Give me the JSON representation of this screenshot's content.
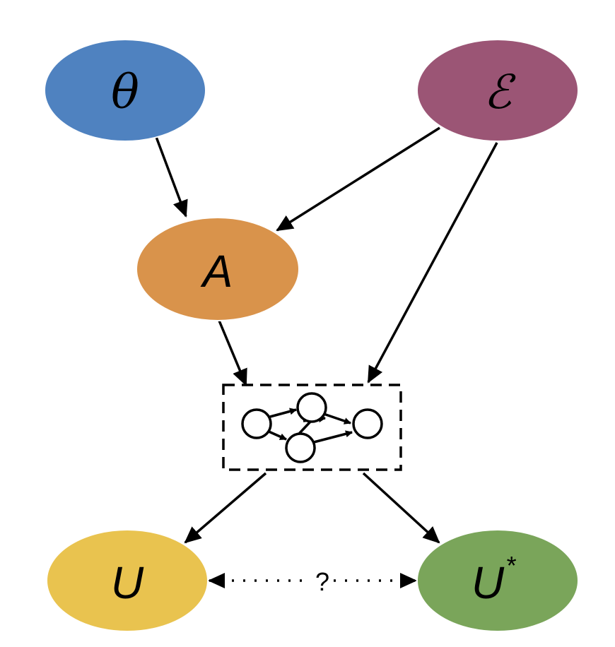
{
  "nodes": {
    "theta": {
      "label": "θ",
      "color": "#4f82c0"
    },
    "environment": {
      "label": "ℰ",
      "color": "#9b5575"
    },
    "a": {
      "label": "A",
      "color": "#d9934b"
    },
    "u": {
      "label": "U",
      "color": "#e9c34f"
    },
    "u_star": {
      "label": "U",
      "superscript": "*",
      "color": "#7aa55a"
    }
  },
  "relation_label": "?",
  "edges": [
    {
      "from": "theta",
      "to": "a",
      "style": "solid"
    },
    {
      "from": "environment",
      "to": "a",
      "style": "solid"
    },
    {
      "from": "environment",
      "to": "network",
      "style": "solid"
    },
    {
      "from": "a",
      "to": "network",
      "style": "solid"
    },
    {
      "from": "network",
      "to": "u",
      "style": "solid"
    },
    {
      "from": "network",
      "to": "u_star",
      "style": "solid"
    },
    {
      "from": "u",
      "to": "u_star",
      "style": "dotted",
      "bidirectional": true
    }
  ],
  "network_icon": "neural-network-icon"
}
